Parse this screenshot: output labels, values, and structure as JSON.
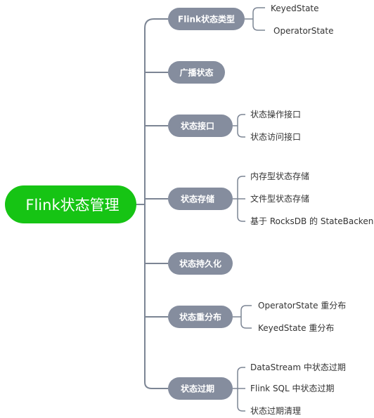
{
  "root": {
    "label": "Flink状态管理"
  },
  "branches": [
    {
      "label": "Flink状态类型",
      "children": [
        "KeyedState",
        "OperatorState"
      ]
    },
    {
      "label": "广播状态",
      "children": []
    },
    {
      "label": "状态接口",
      "children": [
        "状态操作接口",
        "状态访问接口"
      ]
    },
    {
      "label": "状态存储",
      "children": [
        "内存型状态存储",
        "文件型状态存储",
        "基于 RocksDB 的 StateBackend"
      ]
    },
    {
      "label": "状态持久化",
      "children": []
    },
    {
      "label": "状态重分布",
      "children": [
        "OperatorState 重分布",
        "KeyedState 重分布"
      ]
    },
    {
      "label": "状态过期",
      "children": [
        "DataStream 中状态过期",
        "Flink SQL 中状态过期",
        "状态过期清理"
      ]
    }
  ],
  "colors": {
    "root_fill": "#16c414",
    "branch_fill": "#858d9e",
    "connector": "#7c8594",
    "leaf_text": "#333333"
  }
}
